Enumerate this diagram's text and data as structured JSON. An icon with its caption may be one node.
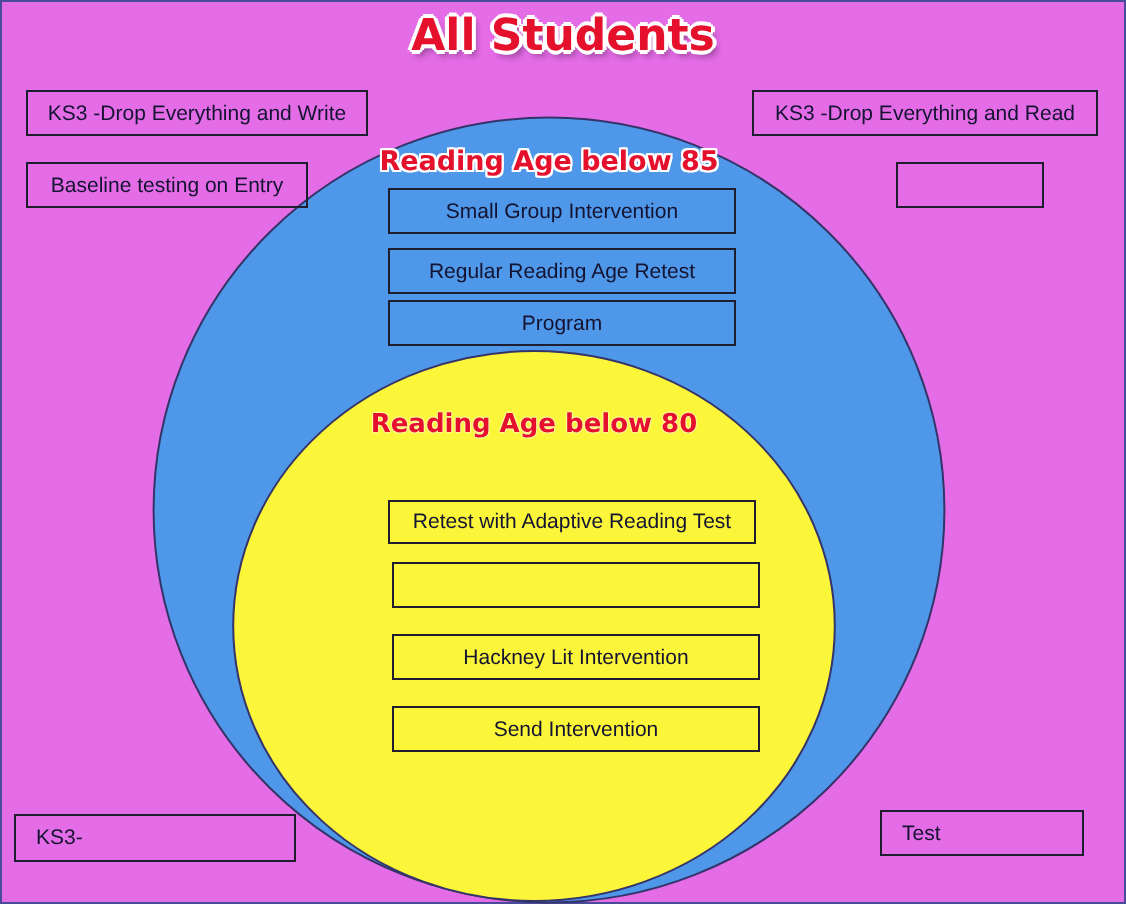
{
  "diagram": {
    "nodes": [
      {
        "text": [
          "All Students"
        ]
      },
      {
        "text": [
          "KS3 -Drop Everything and Write"
        ],
        "in": 0
      },
      {
        "text": [
          "KS3 -Drop Everything and Read"
        ],
        "in": 0
      },
      {
        "text": [
          "Baseline testing on Entry"
        ],
        "in": 0
      },
      {
        "text": [],
        "shape": "box",
        "in": 0
      },
      {
        "text": [
          "Reading Age below 85"
        ],
        "in": 0
      },
      {
        "text": [
          "Small Group Intervention"
        ],
        "in": 5
      },
      {
        "text": [
          "Regular Reading Age Retest"
        ],
        "in": 5
      },
      {
        "text": [
          "Program"
        ],
        "in": 5
      },
      {
        "text": [
          "Reading Age below 80"
        ],
        "in": 5
      },
      {
        "text": [
          "Retest with Adaptive Reading Test"
        ],
        "in": 9
      },
      {
        "text": [],
        "shape": "box",
        "in": 9
      },
      {
        "text": [
          "Hackney Lit Intervention"
        ],
        "in": 9
      },
      {
        "text": [
          "Send Intervention"
        ],
        "in": 9
      },
      {
        "text": [
          "KS3-"
        ],
        "in": 0
      },
      {
        "text": [
          "Test"
        ],
        "in": 0
      }
    ]
  }
}
